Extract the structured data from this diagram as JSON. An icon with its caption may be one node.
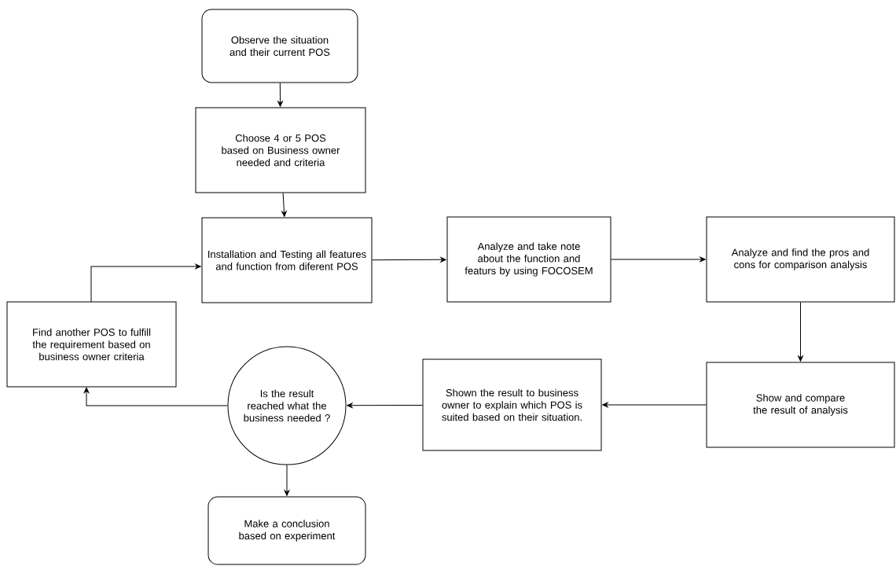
{
  "diagram": {
    "nodes": [
      {
        "text": [
          "Observe the situation and their current POS"
        ]
      },
      {
        "text": [
          "Choose 4 or 5 POS based on Business owner needed and criteria"
        ]
      },
      {
        "text": [
          "Installation and Testing all features and function from diferent POS"
        ]
      },
      {
        "text": [
          "Find another POS to fulfill the requirement based on business owner criteria"
        ]
      },
      {
        "text": [
          "Analyze and take note about the function and featurs by using FOCOSEM"
        ]
      },
      {
        "text": [
          "Analyze and find the pros and cons for comparison analysis"
        ]
      },
      {
        "text": [
          "Show and compare the result of analysis"
        ]
      },
      {
        "text": [
          "Shown the result to business owner to explain which POS is suited based on their situation."
        ]
      },
      {
        "text": [
          "Is the result reached what the business needed ?"
        ]
      },
      {
        "text": [
          "Make a conclusion based on experiment"
        ]
      }
    ],
    "edges": [
      {
        "from": 0,
        "to": 1,
        "arrow": "to"
      },
      {
        "from": 1,
        "to": 2,
        "arrow": "to"
      },
      {
        "from": 2,
        "to": 4,
        "arrow": "to"
      },
      {
        "from": 4,
        "to": 5,
        "arrow": "to"
      },
      {
        "from": 5,
        "to": 6,
        "arrow": "to"
      },
      {
        "from": 6,
        "to": 7,
        "arrow": "to"
      },
      {
        "from": 7,
        "to": 8,
        "arrow": "to"
      },
      {
        "from": 8,
        "to": 3,
        "arrow": "to"
      },
      {
        "from": 8,
        "to": 9,
        "arrow": "to"
      },
      {
        "from": 3,
        "to": 2,
        "arrow": "to"
      }
    ]
  }
}
